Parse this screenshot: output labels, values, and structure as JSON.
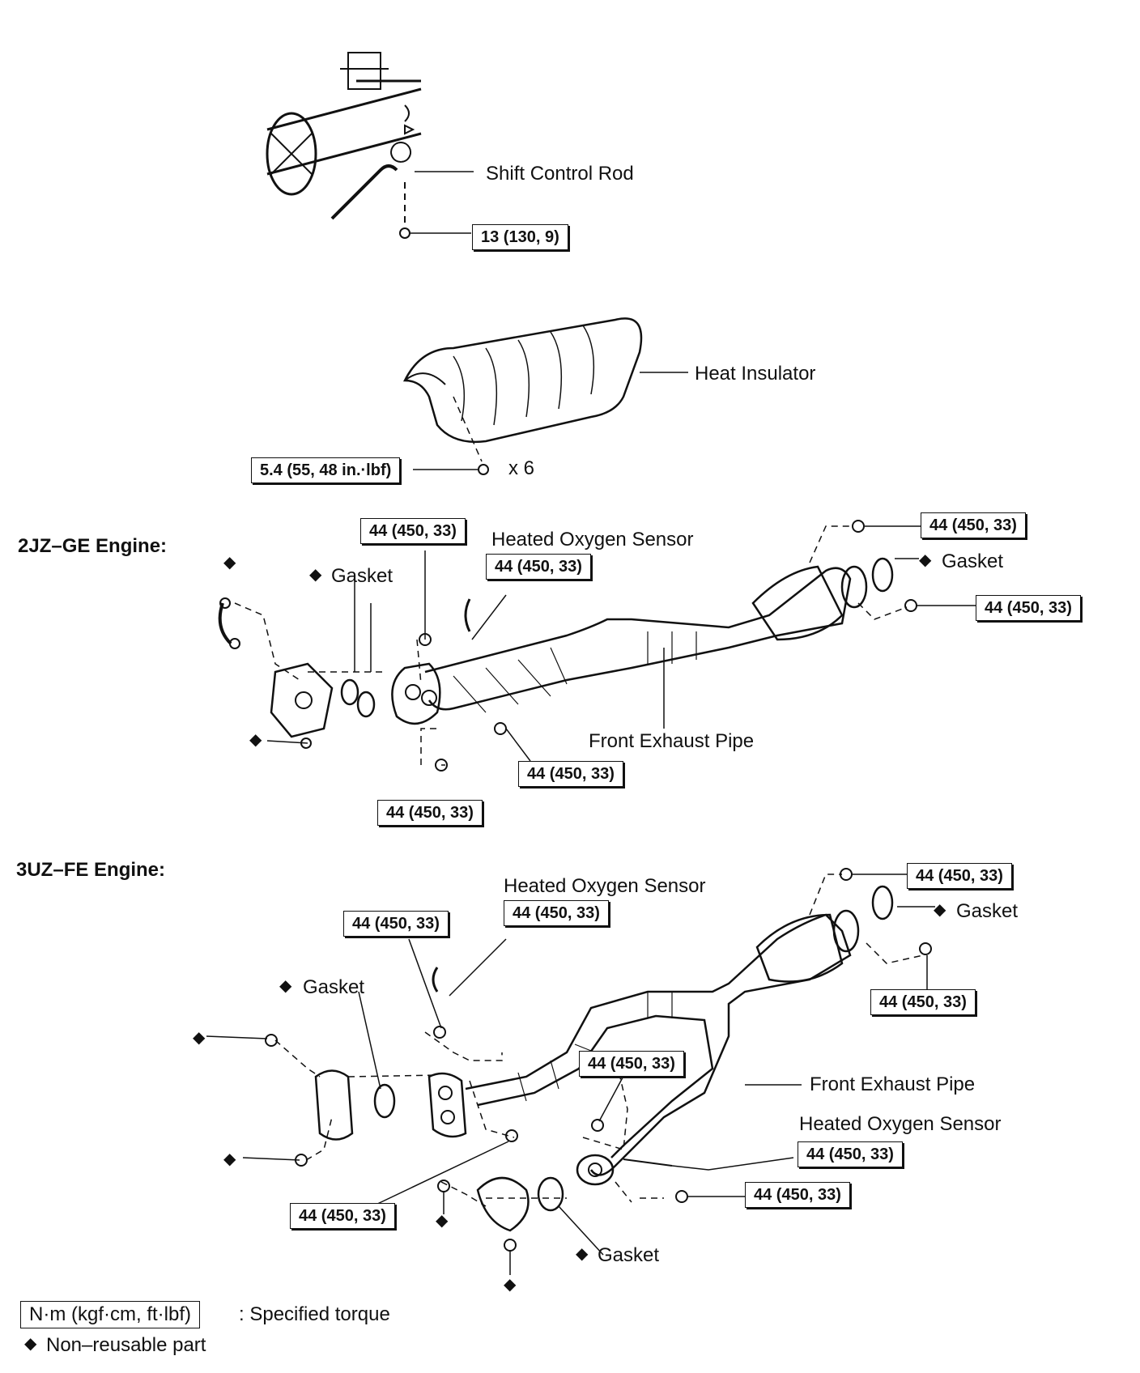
{
  "shift_section": {
    "label": "Shift Control Rod",
    "torque": "13 (130, 9)"
  },
  "insulator_section": {
    "label": "Heat Insulator",
    "torque": "5.4 (55, 48 in.·lbf)",
    "quantity": "x 6"
  },
  "engine_2jz": {
    "heading": "2JZ–GE Engine:",
    "gasket_label": "Gasket",
    "sensor_label": "Heated Oxygen Sensor",
    "pipe_label": "Front Exhaust Pipe",
    "torque_top_left": "44 (450, 33)",
    "torque_sensor": "44 (450, 33)",
    "torque_top_right": "44 (450, 33)",
    "torque_right": "44 (450, 33)",
    "torque_mid": "44 (450, 33)",
    "torque_bottom": "44 (450, 33)",
    "gasket_right_label": "Gasket"
  },
  "engine_3uz": {
    "heading": "3UZ–FE Engine:",
    "sensor_label_top": "Heated Oxygen Sensor",
    "torque_sensor_top": "44 (450, 33)",
    "torque_top_left": "44 (450, 33)",
    "gasket_left_label": "Gasket",
    "torque_top_right": "44 (450, 33)",
    "gasket_right_label": "Gasket",
    "torque_right": "44 (450, 33)",
    "torque_center": "44 (450, 33)",
    "pipe_label": "Front Exhaust Pipe",
    "sensor_label_bottom": "Heated Oxygen Sensor",
    "torque_sensor_bottom": "44 (450, 33)",
    "torque_bottom_right": "44 (450, 33)",
    "torque_bottom_left": "44 (450, 33)",
    "gasket_bottom_label": "Gasket"
  },
  "legend": {
    "torque_unit": "N·m (kgf·cm, ft·lbf)",
    "torque_desc": ": Specified torque",
    "nonreusable_desc": "Non–reusable part",
    "diamond": "◆"
  }
}
